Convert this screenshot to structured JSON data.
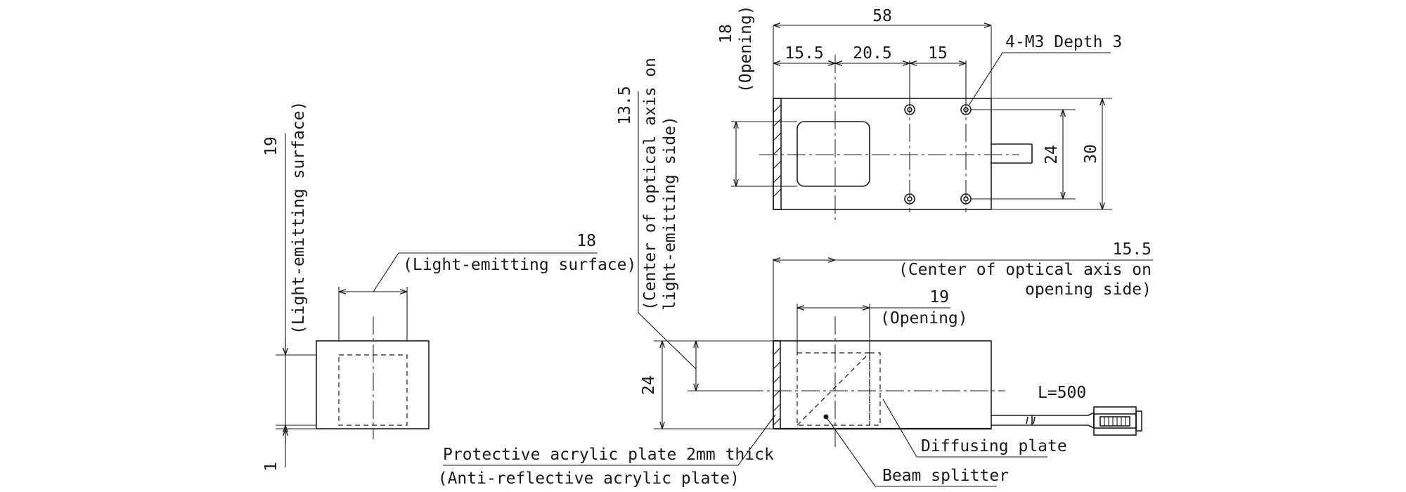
{
  "side_view": {
    "height_label": "19",
    "height_note": "(Light-emitting surface)",
    "bottom_label": "1",
    "width_label": "18",
    "width_note": "(Light-emitting surface)"
  },
  "top_view": {
    "overall_length": "58",
    "seg_1": "15.5",
    "seg_2": "20.5",
    "seg_3": "15",
    "opening_height": "18",
    "opening_note": "(Opening)",
    "hole_note": "4-M3 Depth 3",
    "hole_pitch": "24",
    "overall_width": "30"
  },
  "front_view": {
    "axis_height": "13.5",
    "axis_note_1": "(Center of optical axis on",
    "axis_note_2": "light-emitting side)",
    "opening_axis": "15.5",
    "opening_axis_note_1": "(Center of optical axis on",
    "opening_axis_note_2": "opening side)",
    "opening_width": "19",
    "opening_width_note": "(Opening)",
    "height": "24",
    "cable_length": "L=500"
  },
  "callouts": {
    "protective_plate": "Protective acrylic plate 2mm thick",
    "anti_reflective": "(Anti-reflective acrylic plate)",
    "diffusing_plate": "Diffusing plate",
    "beam_splitter": "Beam splitter"
  }
}
